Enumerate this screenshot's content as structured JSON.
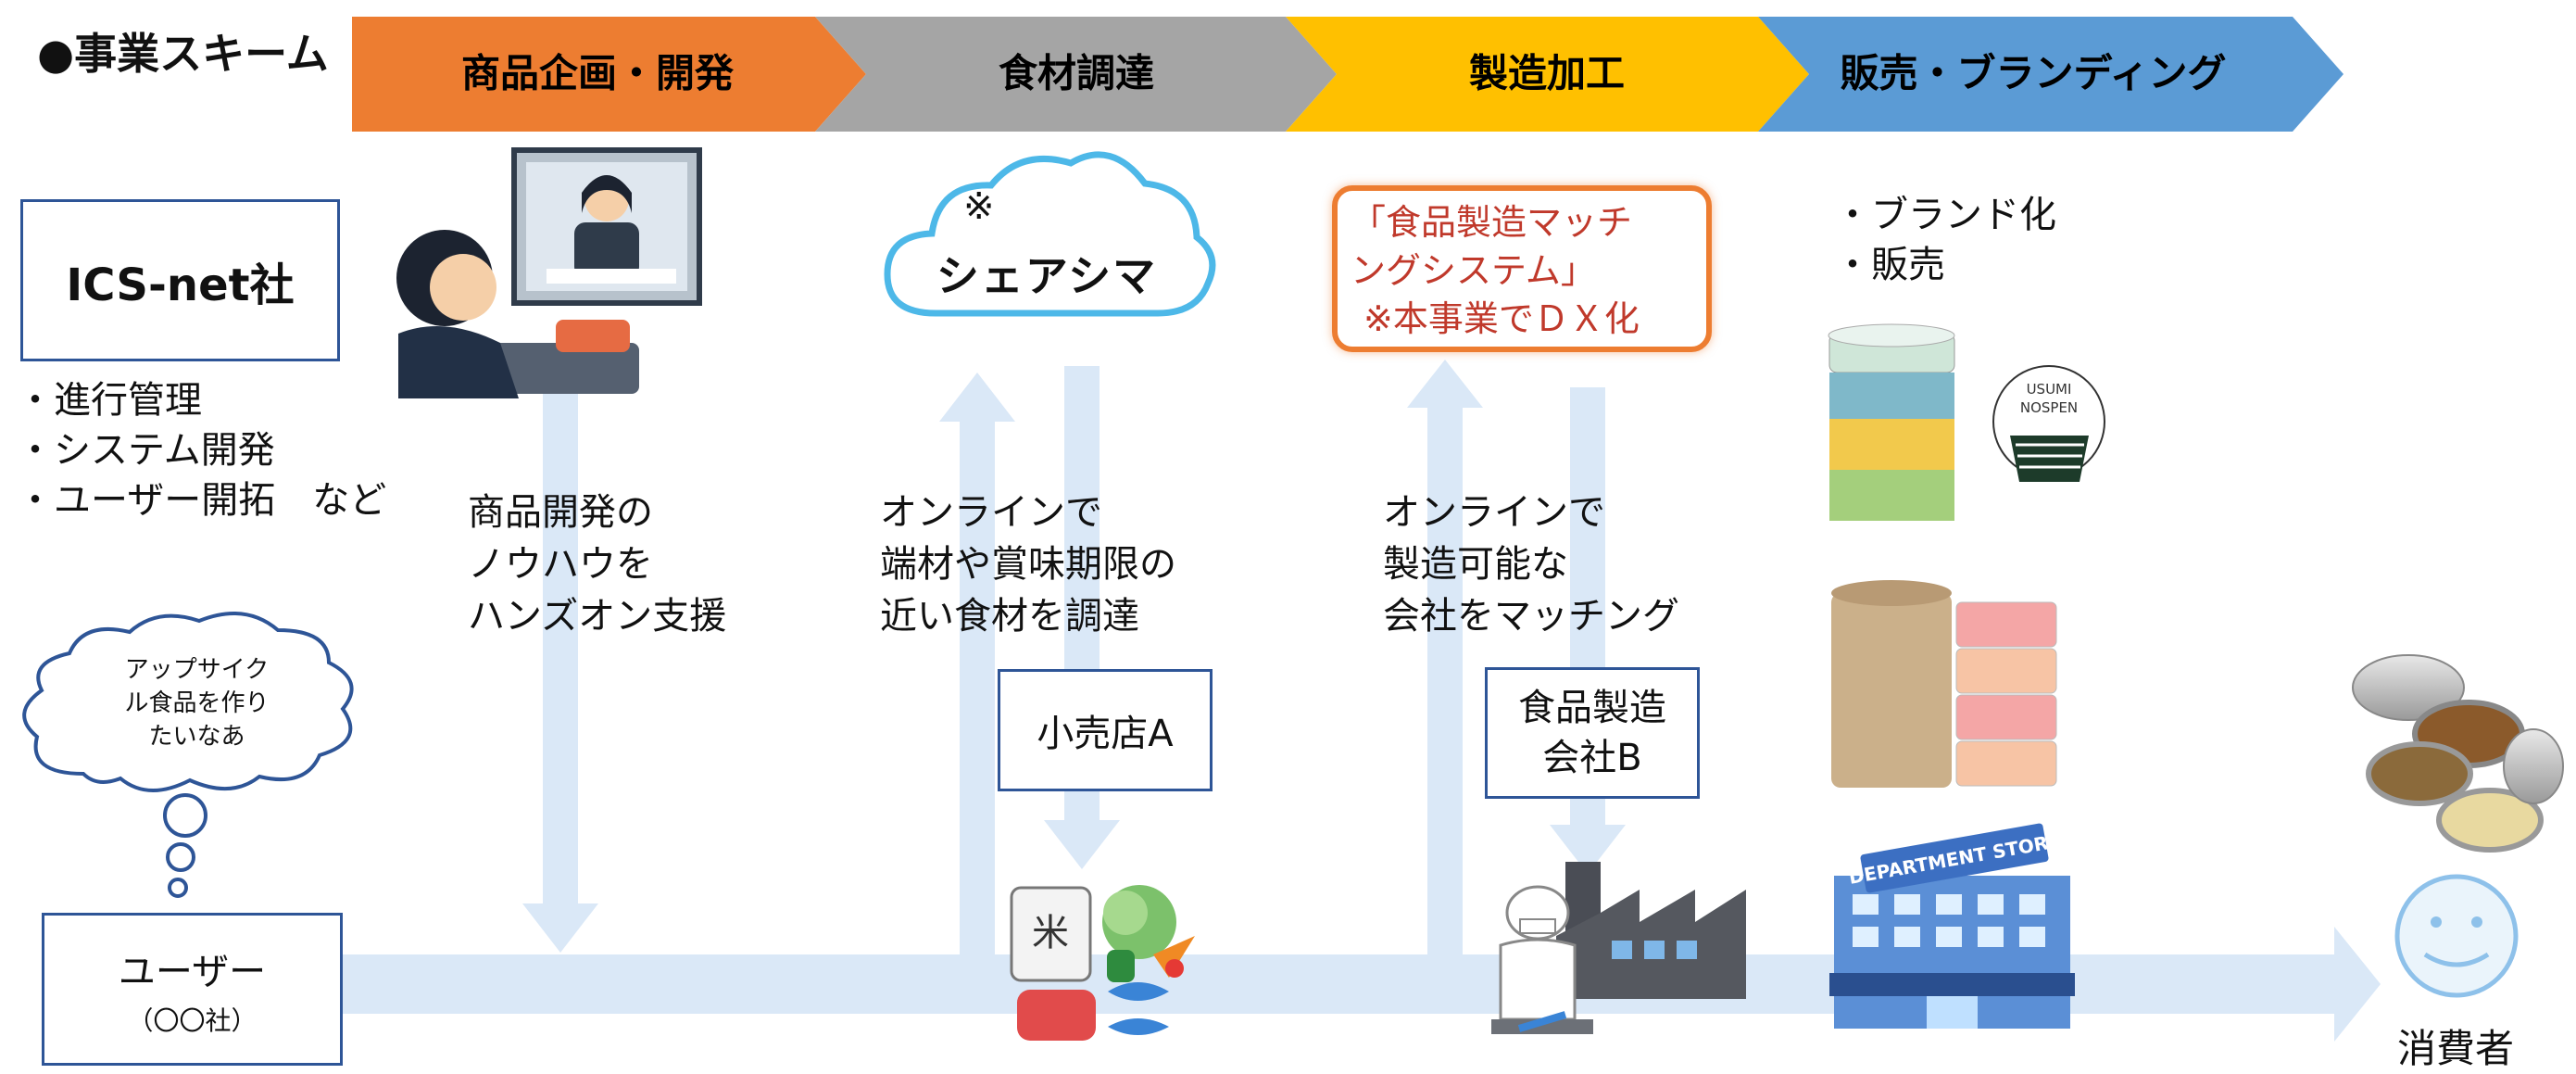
{
  "title": "●事業スキーム",
  "stages": [
    {
      "label": "商品企画・開発",
      "color": "#ed7d31"
    },
    {
      "label": "食材調達",
      "color": "#a5a5a5"
    },
    {
      "label": "製造加工",
      "color": "#ffc000"
    },
    {
      "label": "販売・ブランディング",
      "color": "#5b9bd5"
    }
  ],
  "company": {
    "name": "ICS-net社",
    "roles": [
      "・進行管理",
      "・システム開発",
      "・ユーザー開拓　など"
    ]
  },
  "cloud": {
    "note": "※",
    "logo": "シェアシマ"
  },
  "matching": {
    "lines": [
      "「食品製造マッチ",
      "ングシステム」",
      "※本事業でＤＸ化"
    ]
  },
  "brand": {
    "lines": [
      "・ブランド化",
      "・販売"
    ]
  },
  "captions": {
    "dev": [
      "商品開発の",
      "ノウハウを",
      "ハンズオン支援"
    ],
    "procure": [
      "オンラインで",
      "端材や賞味期限の",
      "近い食材を調達"
    ],
    "manufacture": [
      "オンラインで",
      "製造可能な",
      "会社をマッチング"
    ]
  },
  "retailer": "小売店A",
  "manufacturer": [
    "食品製造",
    "会社B"
  ],
  "thought": [
    "アップサイク",
    "ル食品を作り",
    "たいなあ"
  ],
  "user": {
    "label": "ユーザー",
    "sub": "（〇〇社）"
  },
  "consumer": "消費者",
  "store_sign": "DEPARTMENT STORE",
  "brand_logo": [
    "USUMI",
    "NOSPEN"
  ],
  "rice_bag": "米",
  "colors": {
    "flow_arrow": "#dae8f7",
    "box_border": "#2e5597"
  }
}
